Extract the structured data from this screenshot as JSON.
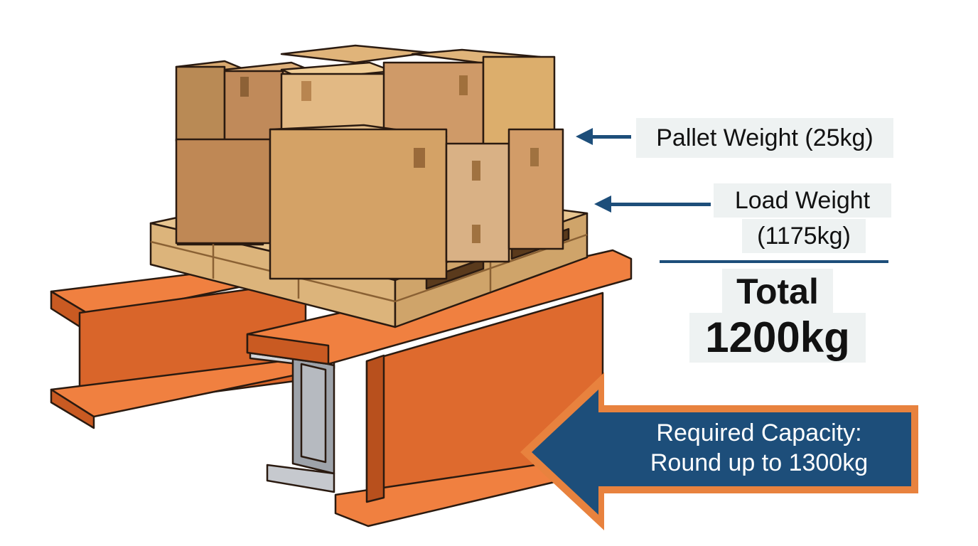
{
  "labels": {
    "pallet_weight": "Pallet Weight (25kg)",
    "load_weight_line1": "Load Weight",
    "load_weight_line2": "(1175kg)",
    "total_line1": "Total",
    "total_line2": "1200kg",
    "required_capacity_line1": "Required Capacity:",
    "required_capacity_line2": "Round up to 1300kg"
  },
  "colors": {
    "beam_orange": "#e06a2a",
    "beam_dark": "#b8501d",
    "steel": "#b9bdc3",
    "arrow_navy": "#1d4e7a",
    "cardboard": "#caa069",
    "pallet_wood": "#ddb77e"
  }
}
